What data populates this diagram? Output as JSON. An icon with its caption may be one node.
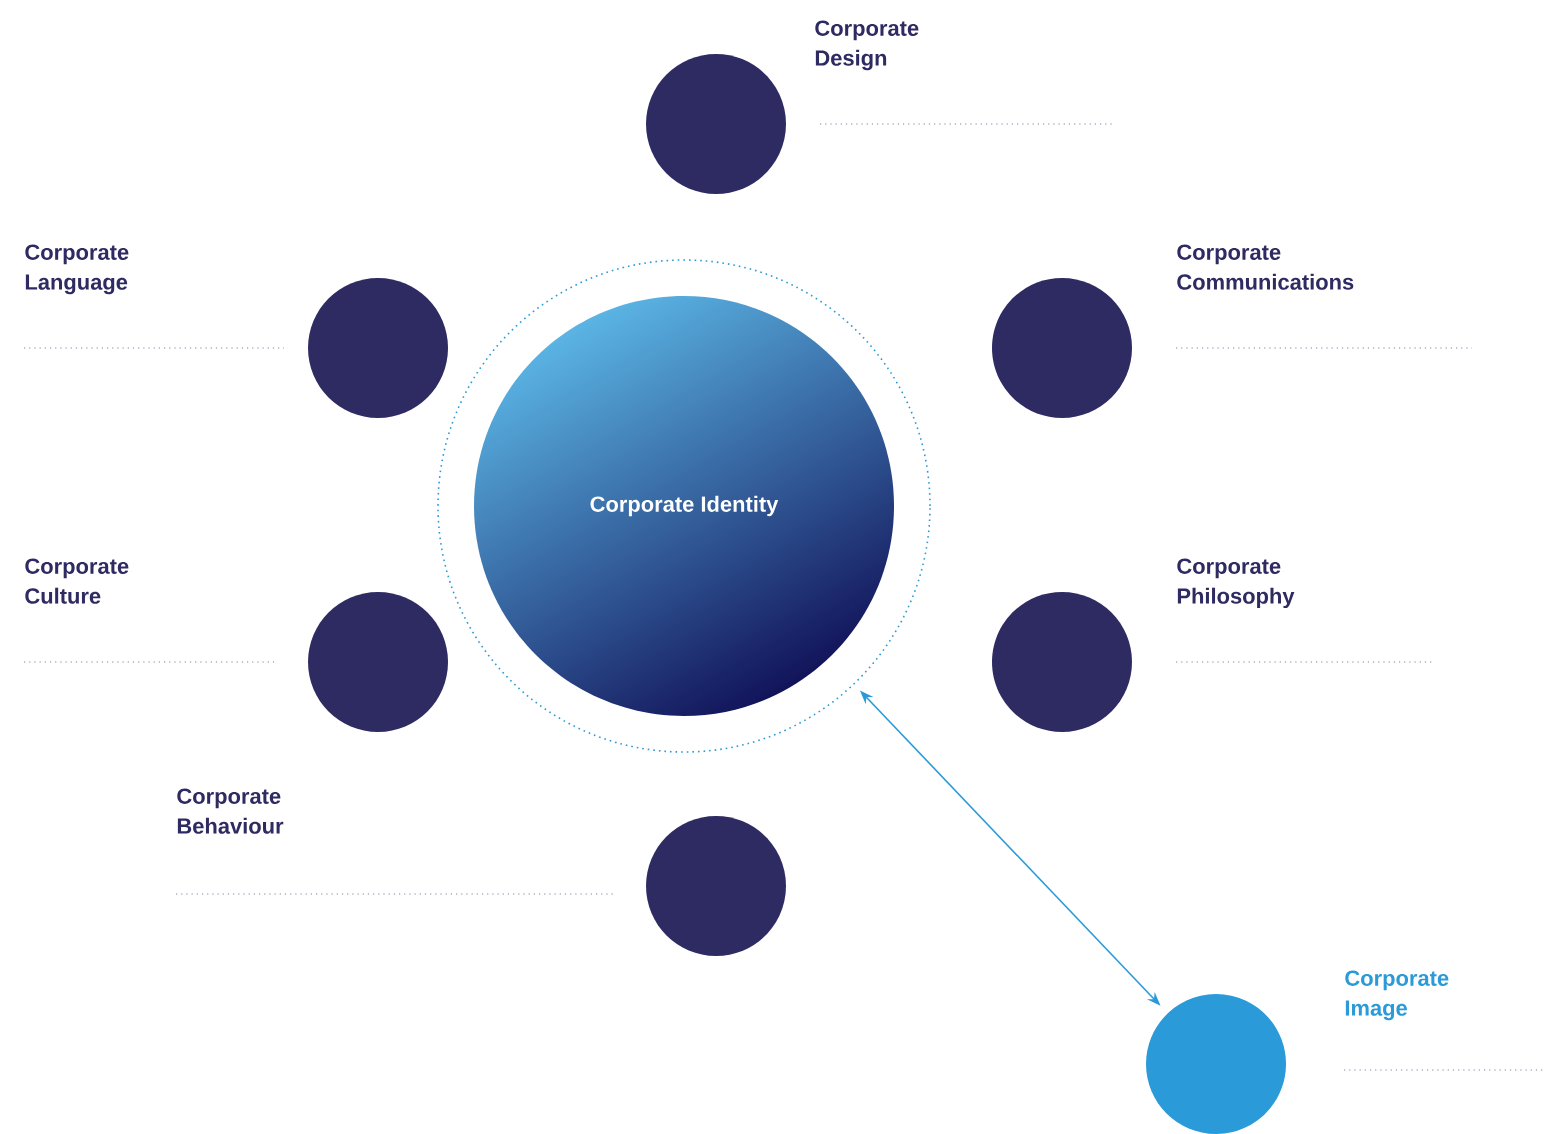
{
  "diagram": {
    "nodes": [
      {
        "text": [
          "Corporate Identity"
        ]
      },
      {
        "text": [
          "Corporate Design"
        ]
      },
      {
        "text": [
          "Corporate Language"
        ]
      },
      {
        "text": [
          "Corporate Communications"
        ]
      },
      {
        "text": [
          "Corporate Culture"
        ]
      },
      {
        "text": [
          "Corporate Philosophy"
        ]
      },
      {
        "text": [
          "Corporate Behaviour"
        ]
      },
      {
        "text": [
          "Corporate Image"
        ]
      }
    ],
    "edges": [
      {
        "from": 0,
        "to": 7,
        "arrow": "both",
        "color": "#2a9ad8"
      }
    ]
  }
}
